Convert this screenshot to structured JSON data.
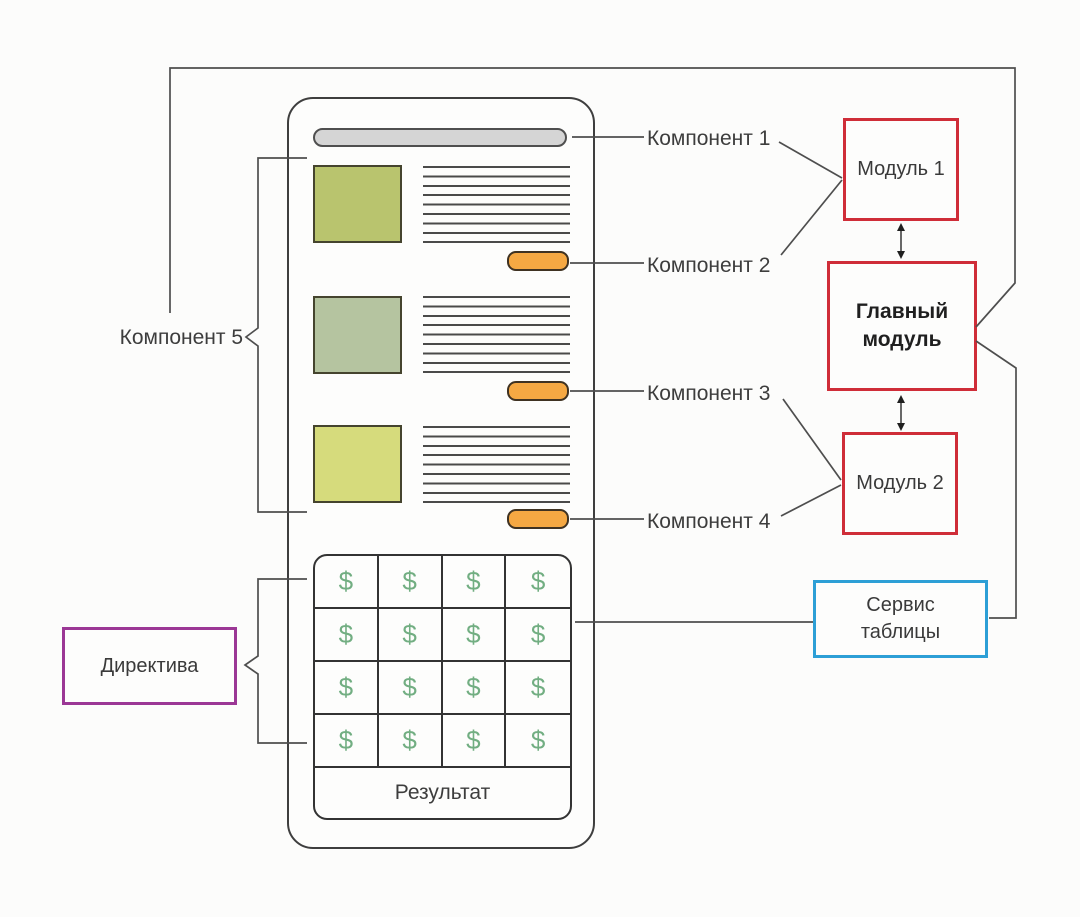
{
  "diagram": {
    "labels": {
      "component1": "Компонент 1",
      "component2": "Компонент 2",
      "component3": "Компонент 3",
      "component4": "Компонент 4",
      "component5": "Компонент 5"
    },
    "modules": {
      "module1": "Модуль 1",
      "main_module_line1": "Главный",
      "main_module_line2": "модуль",
      "module2": "Модуль 2"
    },
    "service": {
      "line1": "Сервис",
      "line2": "таблицы"
    },
    "directive": "Директива",
    "table": {
      "rows": 4,
      "columns": 4,
      "cell_symbol": "$",
      "result_label": "Результат"
    },
    "colors": {
      "module_border": "#cf2d38",
      "service_border": "#2d9fd6",
      "directive_border": "#9b3795",
      "button_fill": "#f5a843",
      "topbar_fill": "#d5d5d5",
      "square1_fill": "#b9c46e",
      "square2_fill": "#b5c4a0",
      "square3_fill": "#d6db7c",
      "dollar_color": "#72ae82",
      "wire_color": "#4e4e4e"
    }
  }
}
